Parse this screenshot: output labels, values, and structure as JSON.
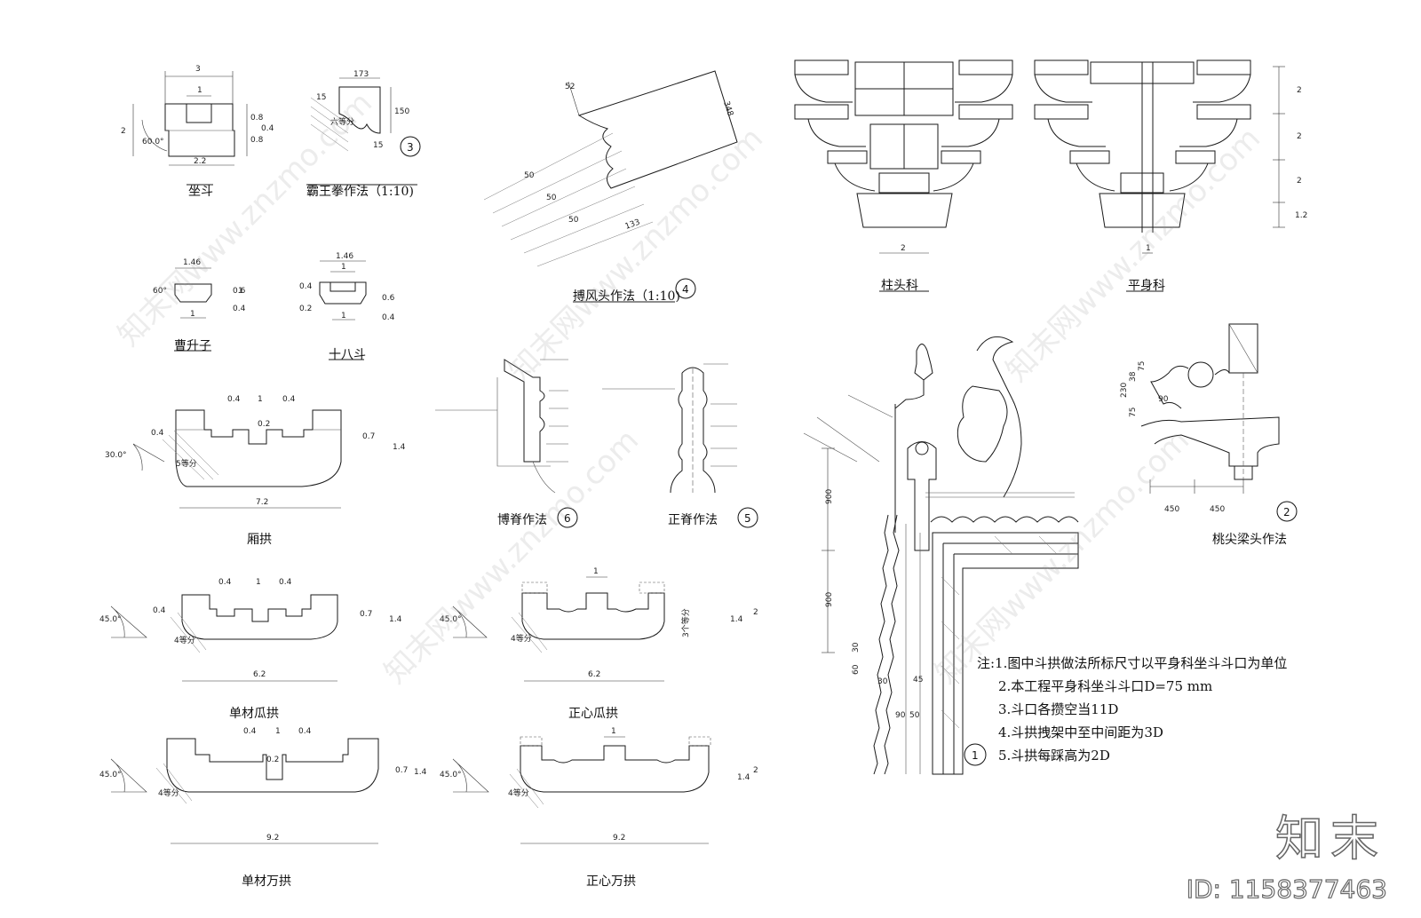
{
  "titles": {
    "zuodou": "坐斗",
    "bawangquan": "霸王拳作法（1:10)",
    "bofengtou": "搏风头作法（1:10)",
    "caoshengzi": "曹升子",
    "shibadou": "十八斗",
    "xianggong": "厢拱",
    "danmiangua": "单材瓜拱",
    "zhengxingua": "正心瓜拱",
    "danmianwan": "单材万拱",
    "zhengxinwan": "正心万拱",
    "bojizuofa": "博脊作法",
    "zhengjizuofa": "正脊作法",
    "zhutouke": "柱头科",
    "pingshenke": "平身科",
    "taojian": "桃尖梁头作法"
  },
  "circles": [
    "1",
    "2",
    "3",
    "4",
    "5",
    "6"
  ],
  "dims": {
    "d3": "3",
    "d1": "1",
    "d2": "2",
    "d22": "2.2",
    "d08": "0.8",
    "d04": "0.4",
    "a60": "60.0°",
    "d173": "173",
    "d15": "15",
    "d150": "150",
    "liudeng": "六等分",
    "d52": "52",
    "d348": "348",
    "d133": "133",
    "d50": "50",
    "d146": "1.46",
    "d06": "0.6",
    "a60b": "60°",
    "d02": "0.2",
    "d72": "7.2",
    "a30": "30.0°",
    "d14": "1.4",
    "wudeng": "5等分",
    "d62": "6.2",
    "a45": "45.0°",
    "sideng": "4等分",
    "sangedeng": "3个等分",
    "d92": "9.2",
    "d07": "0.7",
    "d12": "1.2",
    "d900": "900",
    "d60": "60",
    "d30": "30",
    "d90": "90",
    "d45": "45",
    "d75": "75",
    "d38": "38",
    "d230": "230",
    "d450": "450"
  },
  "notes": [
    "注:1.图中斗拱做法所标尺寸以平身科坐斗斗口为单位",
    "2.本工程平身科坐斗斗口D=75 mm",
    "3.斗口各攒空当11D",
    "4.斗拱拽架中至中间距为3D",
    "5.斗拱每踩高为2D"
  ],
  "brand": "知末",
  "image_id": "ID: 1158377463",
  "watermark": "知末网www.znzmo.com"
}
